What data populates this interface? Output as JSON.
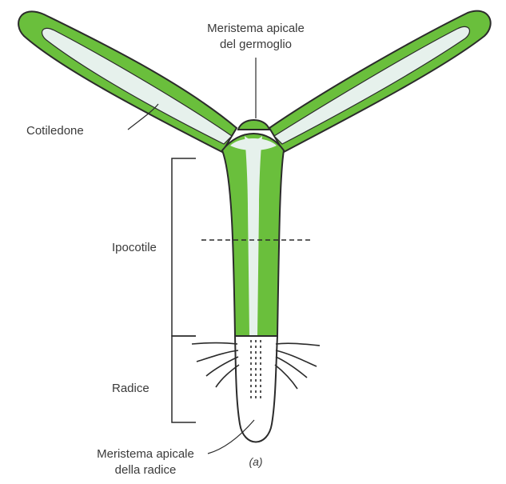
{
  "labels": {
    "shoot_meristem_line1": "Meristema apicale",
    "shoot_meristem_line2": "del germoglio",
    "cotyledon": "Cotiledone",
    "hypocotyl": "Ipocotile",
    "root": "Radice",
    "root_meristem_line1": "Meristema apicale",
    "root_meristem_line2": "della radice",
    "panel": "(a)"
  },
  "colors": {
    "tissue_green": "#6abf3c",
    "vascular_pale": "#e6f1ec",
    "outline": "#2b2b2b",
    "text": "#3a3a3a"
  }
}
